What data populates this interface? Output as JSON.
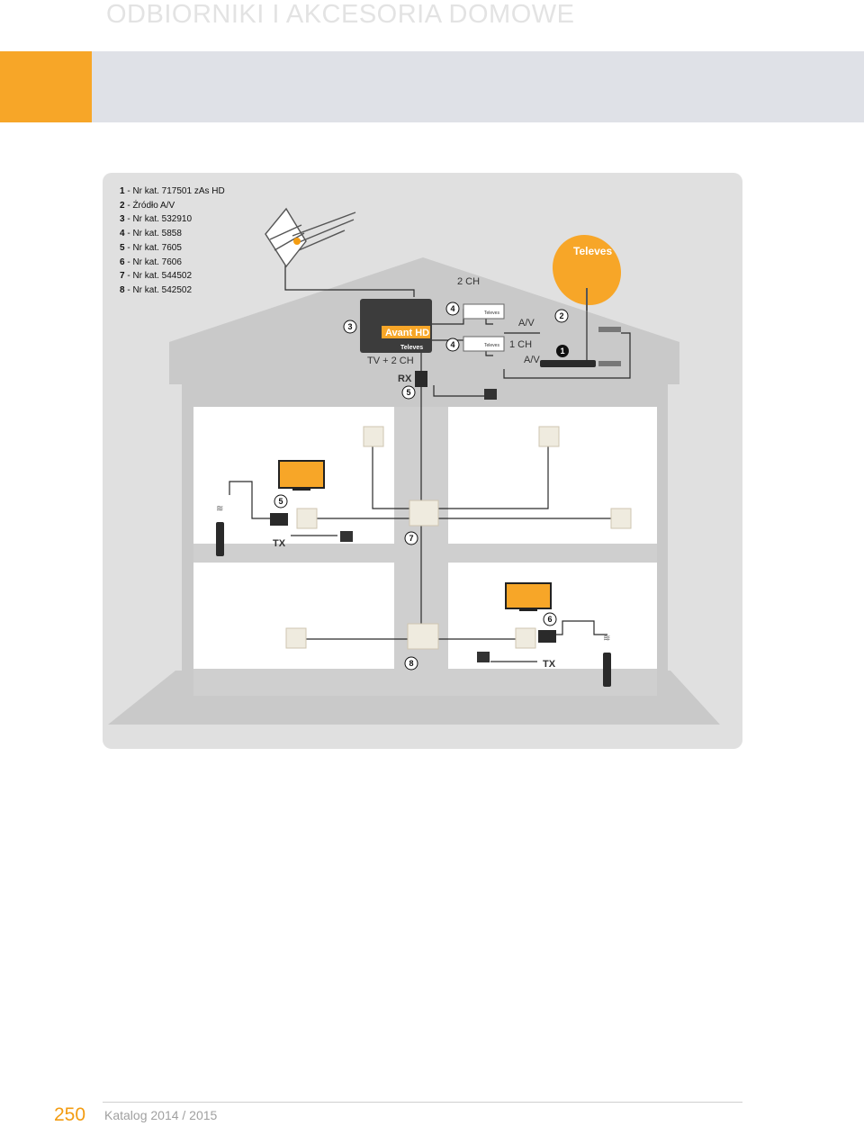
{
  "header": {
    "title": "ODBIORNIKI I AKCESORIA DOMOWE",
    "accent_color": "#f7a628",
    "band_color": "#dfe1e7"
  },
  "legend": [
    {
      "num": "1",
      "text": " - Nr kat. 717501 zAs HD"
    },
    {
      "num": "2",
      "text": " - Źródło A/V"
    },
    {
      "num": "3",
      "text": " - Nr kat. 532910"
    },
    {
      "num": "4",
      "text": " - Nr kat. 5858"
    },
    {
      "num": "5",
      "text": " - Nr kat. 7605"
    },
    {
      "num": "6",
      "text": " - Nr kat. 7606"
    },
    {
      "num": "7",
      "text": " - Nr kat. 544502"
    },
    {
      "num": "8",
      "text": " - Nr kat. 542502"
    }
  ],
  "diagram": {
    "label_2ch": "2 CH",
    "label_av_top": "A/V",
    "label_1ch": "1 CH",
    "label_av_bottom": "A/V",
    "label_tv_2ch": "TV + 2 CH",
    "label_rx": "RX",
    "label_tx_left": "TX",
    "label_tx_right": "TX",
    "brand_dish": "Televes",
    "brand_box": "Televes",
    "box_model": "Avant HD",
    "mod_brand": "Televes",
    "badges": {
      "b1": "1",
      "b2": "2",
      "b3": "3",
      "b4a": "4",
      "b4b": "4",
      "b5a": "5",
      "b5b": "5",
      "b6": "6",
      "b7": "7",
      "b8": "8"
    }
  },
  "footer": {
    "page_number": "250",
    "catalog": "Katalog 2014 / 2015"
  }
}
